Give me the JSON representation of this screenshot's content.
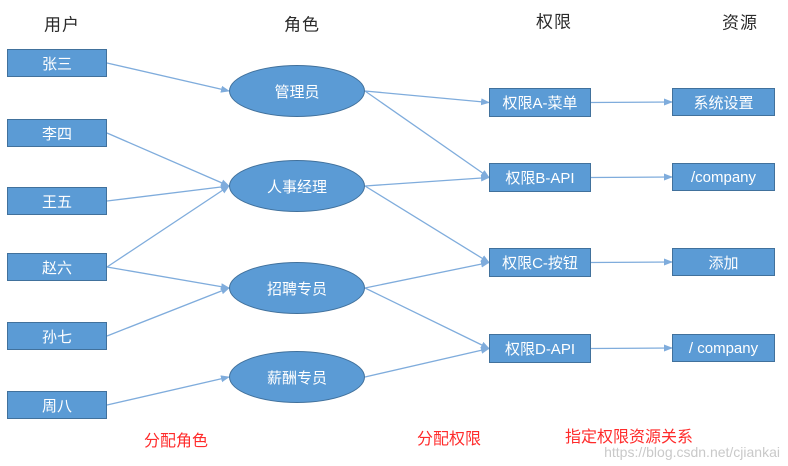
{
  "diagram": {
    "headers": [
      {
        "id": "users",
        "label": "用户"
      },
      {
        "id": "roles",
        "label": "角色"
      },
      {
        "id": "permissions",
        "label": "权限"
      },
      {
        "id": "resources",
        "label": "资源"
      }
    ],
    "users": [
      "张三",
      "李四",
      "王五",
      "赵六",
      "孙七",
      "周八"
    ],
    "roles": [
      "管理员",
      "人事经理",
      "招聘专员",
      "薪酬专员"
    ],
    "permissions": [
      "权限A-菜单",
      "权限B-API",
      "权限C-按钮",
      "权限D-API"
    ],
    "resources": [
      "系统设置",
      "/company",
      "添加",
      "/ company"
    ],
    "edges": {
      "user_role": [
        [
          "张三",
          "管理员"
        ],
        [
          "李四",
          "人事经理"
        ],
        [
          "王五",
          "人事经理"
        ],
        [
          "赵六",
          "人事经理"
        ],
        [
          "赵六",
          "招聘专员"
        ],
        [
          "孙七",
          "招聘专员"
        ],
        [
          "周八",
          "薪酬专员"
        ]
      ],
      "role_permission": [
        [
          "管理员",
          "权限A-菜单"
        ],
        [
          "管理员",
          "权限B-API"
        ],
        [
          "人事经理",
          "权限B-API"
        ],
        [
          "人事经理",
          "权限C-按钮"
        ],
        [
          "招聘专员",
          "权限C-按钮"
        ],
        [
          "招聘专员",
          "权限D-API"
        ],
        [
          "薪酬专员",
          "权限D-API"
        ]
      ],
      "permission_resource": [
        [
          "权限A-菜单",
          "系统设置"
        ],
        [
          "权限B-API",
          "/company"
        ],
        [
          "权限C-按钮",
          "添加"
        ],
        [
          "权限D-API",
          "/ company"
        ]
      ]
    },
    "annotations": [
      "分配角色",
      "分配权限",
      "指定权限资源关系"
    ],
    "watermark": "https://blog.csdn.net/cjiankai",
    "colors": {
      "node_fill": "#5b9bd5",
      "node_border": "#41719c",
      "connector": "#7facdc",
      "annotation_red": "#ff2b2b",
      "header_text": "#2b2b2b",
      "watermark_gray": "#c9c9c9"
    }
  }
}
